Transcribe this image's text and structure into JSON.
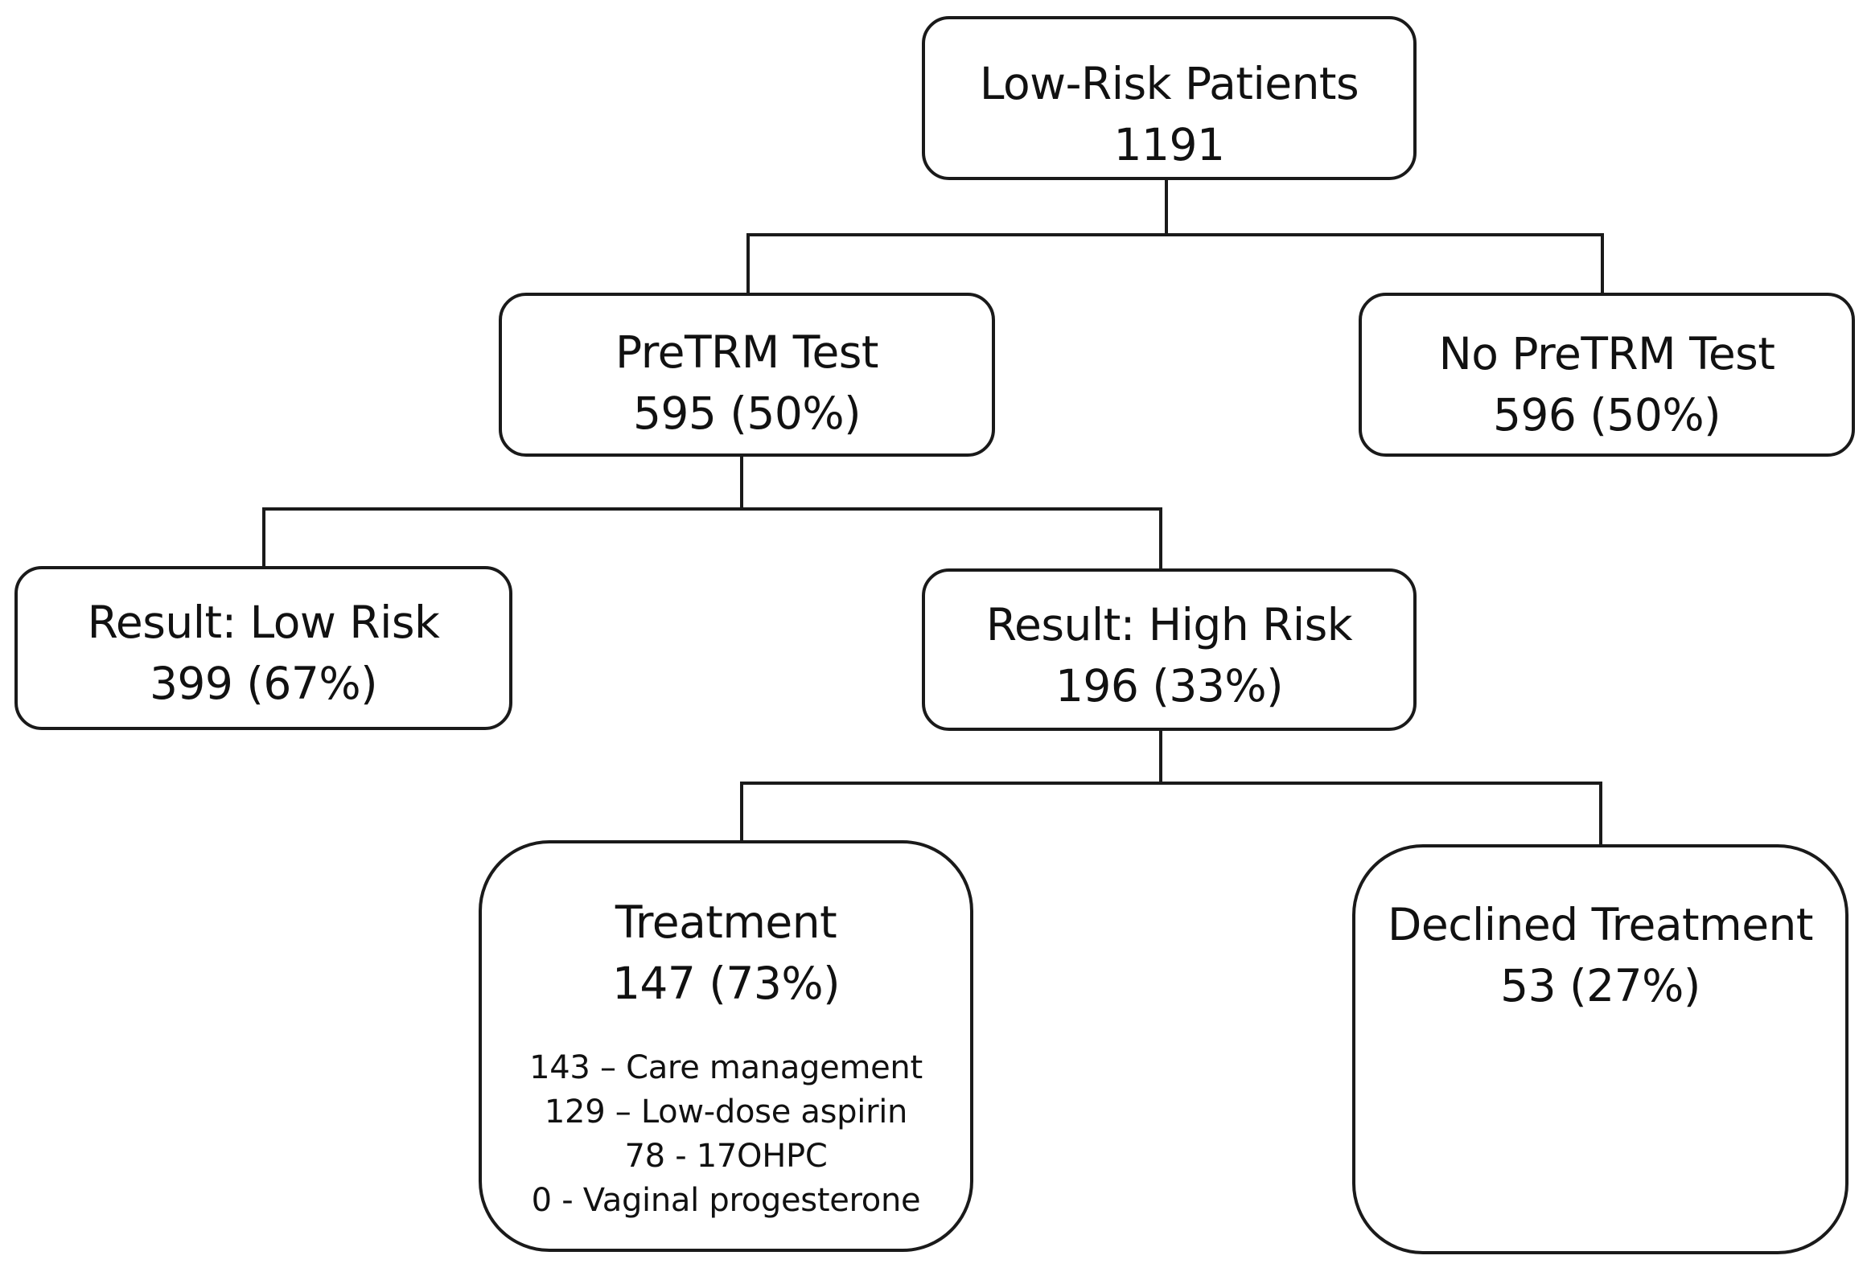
{
  "nodes": {
    "low_risk_patients": {
      "title": "Low-Risk Patients",
      "count": "1191"
    },
    "pretrm_test": {
      "title": "PreTRM Test",
      "count": "595 (50%)"
    },
    "no_pretrm_test": {
      "title": "No PreTRM Test",
      "count": "596 (50%)"
    },
    "result_low_risk": {
      "title": "Result: Low Risk",
      "count": "399 (67%)"
    },
    "result_high_risk": {
      "title": "Result: High Risk",
      "count": "196 (33%)"
    },
    "treatment": {
      "title": "Treatment",
      "count": "147 (73%)",
      "details": [
        "143 – Care management",
        "129 – Low-dose aspirin",
        "78 - 17OHPC",
        "0 - Vaginal progesterone"
      ]
    },
    "declined_treatment": {
      "title": "Declined Treatment",
      "count": "53 (27%)"
    }
  }
}
